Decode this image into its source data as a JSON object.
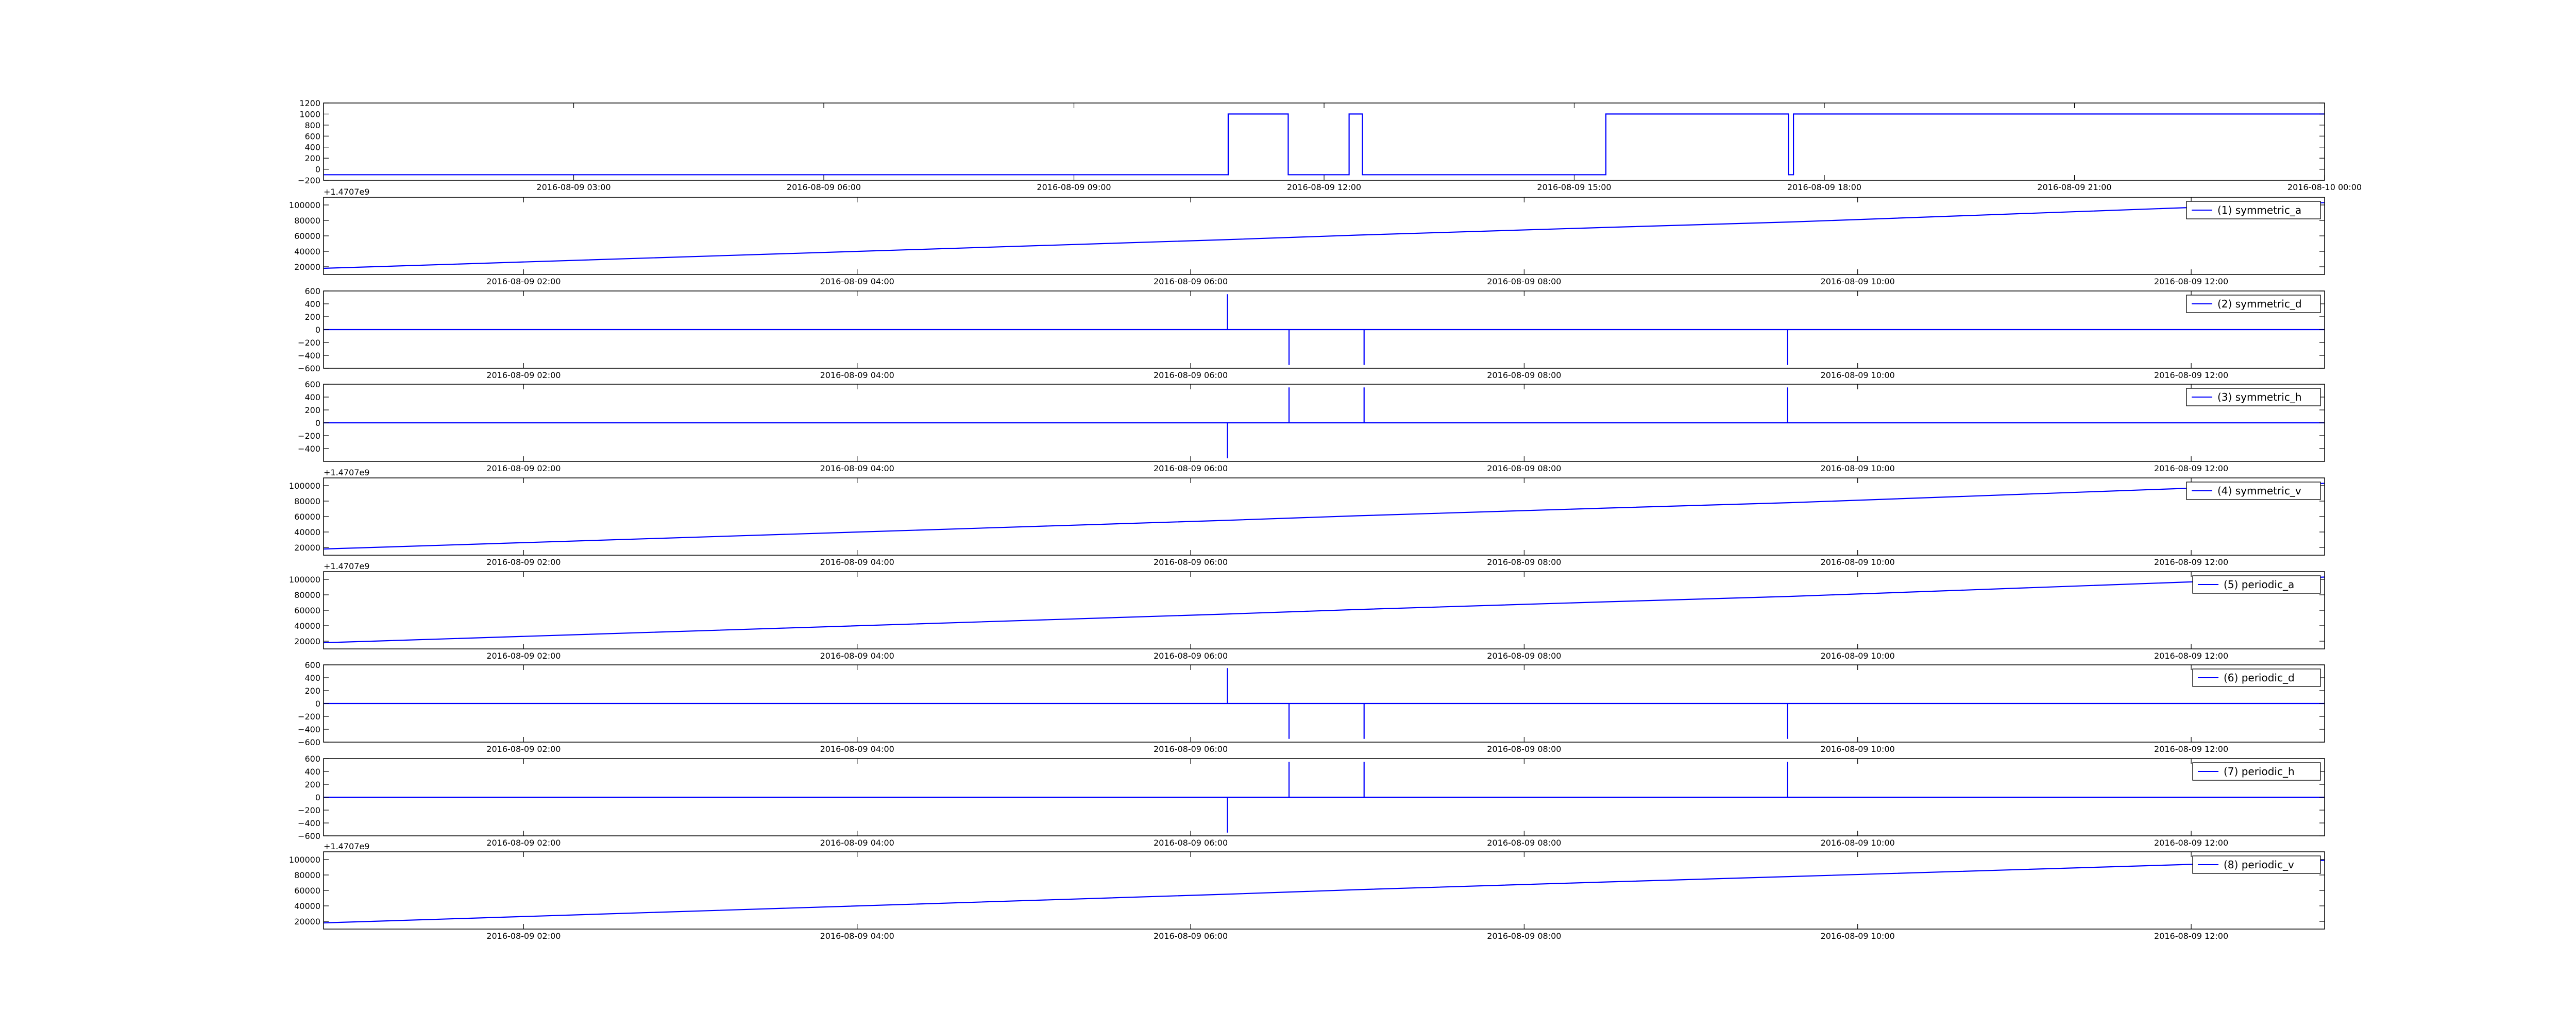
{
  "chart_data": [
    {
      "type": "line",
      "title": "",
      "ylim": [
        -200,
        1200
      ],
      "yticks": [
        -200,
        0,
        200,
        400,
        600,
        800,
        1000,
        1200
      ],
      "xlim": [
        0,
        24
      ],
      "xticks": [
        {
          "x": 3,
          "label": "2016-08-09 03:00"
        },
        {
          "x": 6,
          "label": "2016-08-09 06:00"
        },
        {
          "x": 9,
          "label": "2016-08-09 09:00"
        },
        {
          "x": 12,
          "label": "2016-08-09 12:00"
        },
        {
          "x": 15,
          "label": "2016-08-09 15:00"
        },
        {
          "x": 18,
          "label": "2016-08-09 18:00"
        },
        {
          "x": 21,
          "label": "2016-08-09 21:00"
        },
        {
          "x": 24,
          "label": "2016-08-10 00:00"
        }
      ],
      "offset_label": "",
      "legend": "",
      "series": [
        {
          "color": "#0000ff",
          "x": [
            0,
            10.85,
            10.85,
            11.57,
            11.57,
            12.3,
            12.3,
            12.46,
            12.46,
            15.38,
            15.38,
            17.57,
            17.57,
            17.63,
            17.63,
            24
          ],
          "y": [
            -100,
            -100,
            1000,
            1000,
            -100,
            -100,
            1000,
            1000,
            -100,
            -100,
            1000,
            1000,
            -100,
            -100,
            1000,
            1000
          ]
        }
      ]
    },
    {
      "type": "line",
      "ylim": [
        10000,
        110000
      ],
      "yticks": [
        20000,
        40000,
        60000,
        80000,
        100000
      ],
      "xlim": [
        0.8,
        12.8
      ],
      "xticks": [
        {
          "x": 2,
          "label": "2016-08-09 02:00"
        },
        {
          "x": 4,
          "label": "2016-08-09 04:00"
        },
        {
          "x": 6,
          "label": "2016-08-09 06:00"
        },
        {
          "x": 8,
          "label": "2016-08-09 08:00"
        },
        {
          "x": 10,
          "label": "2016-08-09 10:00"
        },
        {
          "x": 12,
          "label": "2016-08-09 12:00"
        }
      ],
      "offset_label": "+1.4707e9",
      "legend": "(1) symmetric_a",
      "series": [
        {
          "name": "(1) symmetric_a",
          "color": "#0000ff",
          "x": [
            0.8,
            6.2,
            6.6,
            7.0,
            8.5,
            9.6,
            12.8
          ],
          "y": [
            18000,
            55000,
            58000,
            61000,
            71000,
            78000,
            103000
          ]
        }
      ]
    },
    {
      "type": "line",
      "ylim": [
        -600,
        600
      ],
      "yticks": [
        -600,
        -400,
        -200,
        0,
        200,
        400,
        600
      ],
      "xlim": [
        0.8,
        12.8
      ],
      "xticks": [
        {
          "x": 2,
          "label": "2016-08-09 02:00"
        },
        {
          "x": 4,
          "label": "2016-08-09 04:00"
        },
        {
          "x": 6,
          "label": "2016-08-09 06:00"
        },
        {
          "x": 8,
          "label": "2016-08-09 08:00"
        },
        {
          "x": 10,
          "label": "2016-08-09 10:00"
        },
        {
          "x": 12,
          "label": "2016-08-09 12:00"
        }
      ],
      "offset_label": "",
      "legend": "(2) symmetric_d",
      "series": [
        {
          "name": "(2) symmetric_d",
          "color": "#0000ff",
          "x": [
            0.8,
            6.22,
            6.22,
            6.22,
            6.59,
            6.59,
            6.59,
            7.04,
            7.04,
            7.04,
            9.58,
            9.58,
            9.58,
            12.8
          ],
          "y": [
            0,
            0,
            550,
            0,
            0,
            -550,
            0,
            0,
            -550,
            0,
            0,
            -550,
            0,
            0
          ]
        }
      ]
    },
    {
      "type": "line",
      "ylim": [
        -600,
        600
      ],
      "yticks": [
        -400,
        -200,
        0,
        200,
        400,
        600
      ],
      "xlim": [
        0.8,
        12.8
      ],
      "xticks": [
        {
          "x": 2,
          "label": "2016-08-09 02:00"
        },
        {
          "x": 4,
          "label": "2016-08-09 04:00"
        },
        {
          "x": 6,
          "label": "2016-08-09 06:00"
        },
        {
          "x": 8,
          "label": "2016-08-09 08:00"
        },
        {
          "x": 10,
          "label": "2016-08-09 10:00"
        },
        {
          "x": 12,
          "label": "2016-08-09 12:00"
        }
      ],
      "offset_label": "",
      "legend": "(3) symmetric_h",
      "series": [
        {
          "name": "(3) symmetric_h",
          "color": "#0000ff",
          "x": [
            0.8,
            6.22,
            6.22,
            6.22,
            6.59,
            6.59,
            6.59,
            7.04,
            7.04,
            7.04,
            9.58,
            9.58,
            9.58,
            12.8
          ],
          "y": [
            0,
            0,
            -550,
            0,
            0,
            550,
            0,
            0,
            550,
            0,
            0,
            550,
            0,
            0
          ]
        }
      ]
    },
    {
      "type": "line",
      "ylim": [
        10000,
        110000
      ],
      "yticks": [
        20000,
        40000,
        60000,
        80000,
        100000
      ],
      "xlim": [
        0.8,
        12.8
      ],
      "xticks": [
        {
          "x": 2,
          "label": "2016-08-09 02:00"
        },
        {
          "x": 4,
          "label": "2016-08-09 04:00"
        },
        {
          "x": 6,
          "label": "2016-08-09 06:00"
        },
        {
          "x": 8,
          "label": "2016-08-09 08:00"
        },
        {
          "x": 10,
          "label": "2016-08-09 10:00"
        },
        {
          "x": 12,
          "label": "2016-08-09 12:00"
        }
      ],
      "offset_label": "+1.4707e9",
      "legend": "(4) symmetric_v",
      "series": [
        {
          "name": "(4) symmetric_v",
          "color": "#0000ff",
          "x": [
            0.8,
            6.2,
            6.6,
            7.0,
            8.5,
            9.6,
            12.8
          ],
          "y": [
            18000,
            55000,
            58000,
            61000,
            71000,
            78000,
            103000
          ]
        }
      ]
    },
    {
      "type": "line",
      "ylim": [
        10000,
        110000
      ],
      "yticks": [
        20000,
        40000,
        60000,
        80000,
        100000
      ],
      "xlim": [
        0.8,
        12.8
      ],
      "xticks": [
        {
          "x": 2,
          "label": "2016-08-09 02:00"
        },
        {
          "x": 4,
          "label": "2016-08-09 04:00"
        },
        {
          "x": 6,
          "label": "2016-08-09 06:00"
        },
        {
          "x": 8,
          "label": "2016-08-09 08:00"
        },
        {
          "x": 10,
          "label": "2016-08-09 10:00"
        },
        {
          "x": 12,
          "label": "2016-08-09 12:00"
        }
      ],
      "offset_label": "+1.4707e9",
      "legend": "(5) periodic_a",
      "series": [
        {
          "name": "(5) periodic_a",
          "color": "#0000ff",
          "x": [
            0.8,
            6.2,
            6.6,
            7.0,
            8.5,
            9.6,
            12.8
          ],
          "y": [
            18000,
            55000,
            58000,
            61000,
            71000,
            78000,
            103000
          ]
        }
      ]
    },
    {
      "type": "line",
      "ylim": [
        -600,
        600
      ],
      "yticks": [
        -600,
        -400,
        -200,
        0,
        200,
        400,
        600
      ],
      "xlim": [
        0.8,
        12.8
      ],
      "xticks": [
        {
          "x": 2,
          "label": "2016-08-09 02:00"
        },
        {
          "x": 4,
          "label": "2016-08-09 04:00"
        },
        {
          "x": 6,
          "label": "2016-08-09 06:00"
        },
        {
          "x": 8,
          "label": "2016-08-09 08:00"
        },
        {
          "x": 10,
          "label": "2016-08-09 10:00"
        },
        {
          "x": 12,
          "label": "2016-08-09 12:00"
        }
      ],
      "offset_label": "",
      "legend": "(6) periodic_d",
      "series": [
        {
          "name": "(6) periodic_d",
          "color": "#0000ff",
          "x": [
            0.8,
            6.22,
            6.22,
            6.22,
            6.59,
            6.59,
            6.59,
            7.04,
            7.04,
            7.04,
            9.58,
            9.58,
            9.58,
            12.8
          ],
          "y": [
            0,
            0,
            550,
            0,
            0,
            -550,
            0,
            0,
            -550,
            0,
            0,
            -550,
            0,
            0
          ]
        }
      ]
    },
    {
      "type": "line",
      "ylim": [
        -600,
        600
      ],
      "yticks": [
        -600,
        -400,
        -200,
        0,
        200,
        400,
        600
      ],
      "xlim": [
        0.8,
        12.8
      ],
      "xticks": [
        {
          "x": 2,
          "label": "2016-08-09 02:00"
        },
        {
          "x": 4,
          "label": "2016-08-09 04:00"
        },
        {
          "x": 6,
          "label": "2016-08-09 06:00"
        },
        {
          "x": 8,
          "label": "2016-08-09 08:00"
        },
        {
          "x": 10,
          "label": "2016-08-09 10:00"
        },
        {
          "x": 12,
          "label": "2016-08-09 12:00"
        }
      ],
      "offset_label": "",
      "legend": "(7) periodic_h",
      "series": [
        {
          "name": "(7) periodic_h",
          "color": "#0000ff",
          "x": [
            0.8,
            6.22,
            6.22,
            6.22,
            6.59,
            6.59,
            6.59,
            7.04,
            7.04,
            7.04,
            9.58,
            9.58,
            9.58,
            12.8
          ],
          "y": [
            0,
            0,
            -550,
            0,
            0,
            550,
            0,
            0,
            550,
            0,
            0,
            550,
            0,
            0
          ]
        }
      ]
    },
    {
      "type": "line",
      "ylim": [
        10000,
        110000
      ],
      "yticks": [
        20000,
        40000,
        60000,
        80000,
        100000
      ],
      "xlim": [
        0.8,
        12.8
      ],
      "xticks": [
        {
          "x": 2,
          "label": "2016-08-09 02:00"
        },
        {
          "x": 4,
          "label": "2016-08-09 04:00"
        },
        {
          "x": 6,
          "label": "2016-08-09 06:00"
        },
        {
          "x": 8,
          "label": "2016-08-09 08:00"
        },
        {
          "x": 10,
          "label": "2016-08-09 10:00"
        },
        {
          "x": 12,
          "label": "2016-08-09 12:00"
        }
      ],
      "offset_label": "+1.4707e9",
      "legend": "(8) periodic_v",
      "series": [
        {
          "name": "(8) periodic_v",
          "color": "#0000ff",
          "x": [
            0.8,
            6.2,
            6.6,
            7.0,
            8.5,
            9.6,
            12.8
          ],
          "y": [
            18000,
            55000,
            58000,
            61000,
            71000,
            78000,
            99000
          ]
        }
      ]
    }
  ]
}
